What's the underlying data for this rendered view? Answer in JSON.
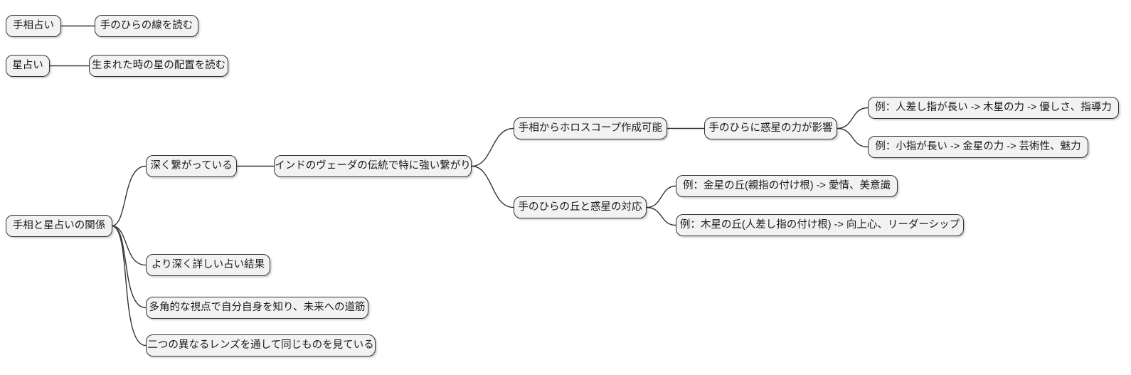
{
  "diagram": {
    "type": "mindmap",
    "background_color": "#ffffff",
    "node_fill_color": "#f2f2f2",
    "node_border_color": "#333333",
    "edge_color": "#333333",
    "text_color": "#1a1a1a"
  },
  "nodes": [
    {
      "id": "palmistry",
      "label": "手相占い"
    },
    {
      "id": "palmistry-desc",
      "label": "手のひらの線を読む"
    },
    {
      "id": "astrology",
      "label": "星占い"
    },
    {
      "id": "astrology-desc",
      "label": "生まれた時の星の配置を読む"
    },
    {
      "id": "relation-root",
      "label": "手相と星占いの関係"
    },
    {
      "id": "deeply-connected",
      "label": "深く繋がっている"
    },
    {
      "id": "vedic-tradition",
      "label": "インドのヴェーダの伝統で特に強い繋がり"
    },
    {
      "id": "horoscope-from-palm",
      "label": "手相からホロスコープ作成可能"
    },
    {
      "id": "planet-power-in-palm",
      "label": "手のひらに惑星の力が影響"
    },
    {
      "id": "example-index-finger",
      "label": "例：人差し指が長い -> 木星の力 -> 優しさ、指導力"
    },
    {
      "id": "example-pinky-finger",
      "label": "例：小指が長い -> 金星の力 -> 芸術性、魅力"
    },
    {
      "id": "mounts-planets",
      "label": "手のひらの丘と惑星の対応"
    },
    {
      "id": "example-venus-mount",
      "label": "例：金星の丘(親指の付け根) -> 愛情、美意識"
    },
    {
      "id": "example-jupiter-mount",
      "label": "例：木星の丘(人差し指の付け根) -> 向上心、リーダーシップ"
    },
    {
      "id": "deeper-results",
      "label": "より深く詳しい占い結果"
    },
    {
      "id": "multifaceted-view",
      "label": "多角的な視点で自分自身を知り、未来への道筋"
    },
    {
      "id": "two-lenses",
      "label": "二つの異なるレンズを通して同じものを見ている"
    }
  ],
  "edges": [
    {
      "from": "palmistry",
      "to": "palmistry-desc"
    },
    {
      "from": "astrology",
      "to": "astrology-desc"
    },
    {
      "from": "relation-root",
      "to": "deeply-connected"
    },
    {
      "from": "relation-root",
      "to": "deeper-results"
    },
    {
      "from": "relation-root",
      "to": "multifaceted-view"
    },
    {
      "from": "relation-root",
      "to": "two-lenses"
    },
    {
      "from": "deeply-connected",
      "to": "vedic-tradition"
    },
    {
      "from": "vedic-tradition",
      "to": "horoscope-from-palm"
    },
    {
      "from": "vedic-tradition",
      "to": "mounts-planets"
    },
    {
      "from": "horoscope-from-palm",
      "to": "planet-power-in-palm"
    },
    {
      "from": "planet-power-in-palm",
      "to": "example-index-finger"
    },
    {
      "from": "planet-power-in-palm",
      "to": "example-pinky-finger"
    },
    {
      "from": "mounts-planets",
      "to": "example-venus-mount"
    },
    {
      "from": "mounts-planets",
      "to": "example-jupiter-mount"
    }
  ]
}
